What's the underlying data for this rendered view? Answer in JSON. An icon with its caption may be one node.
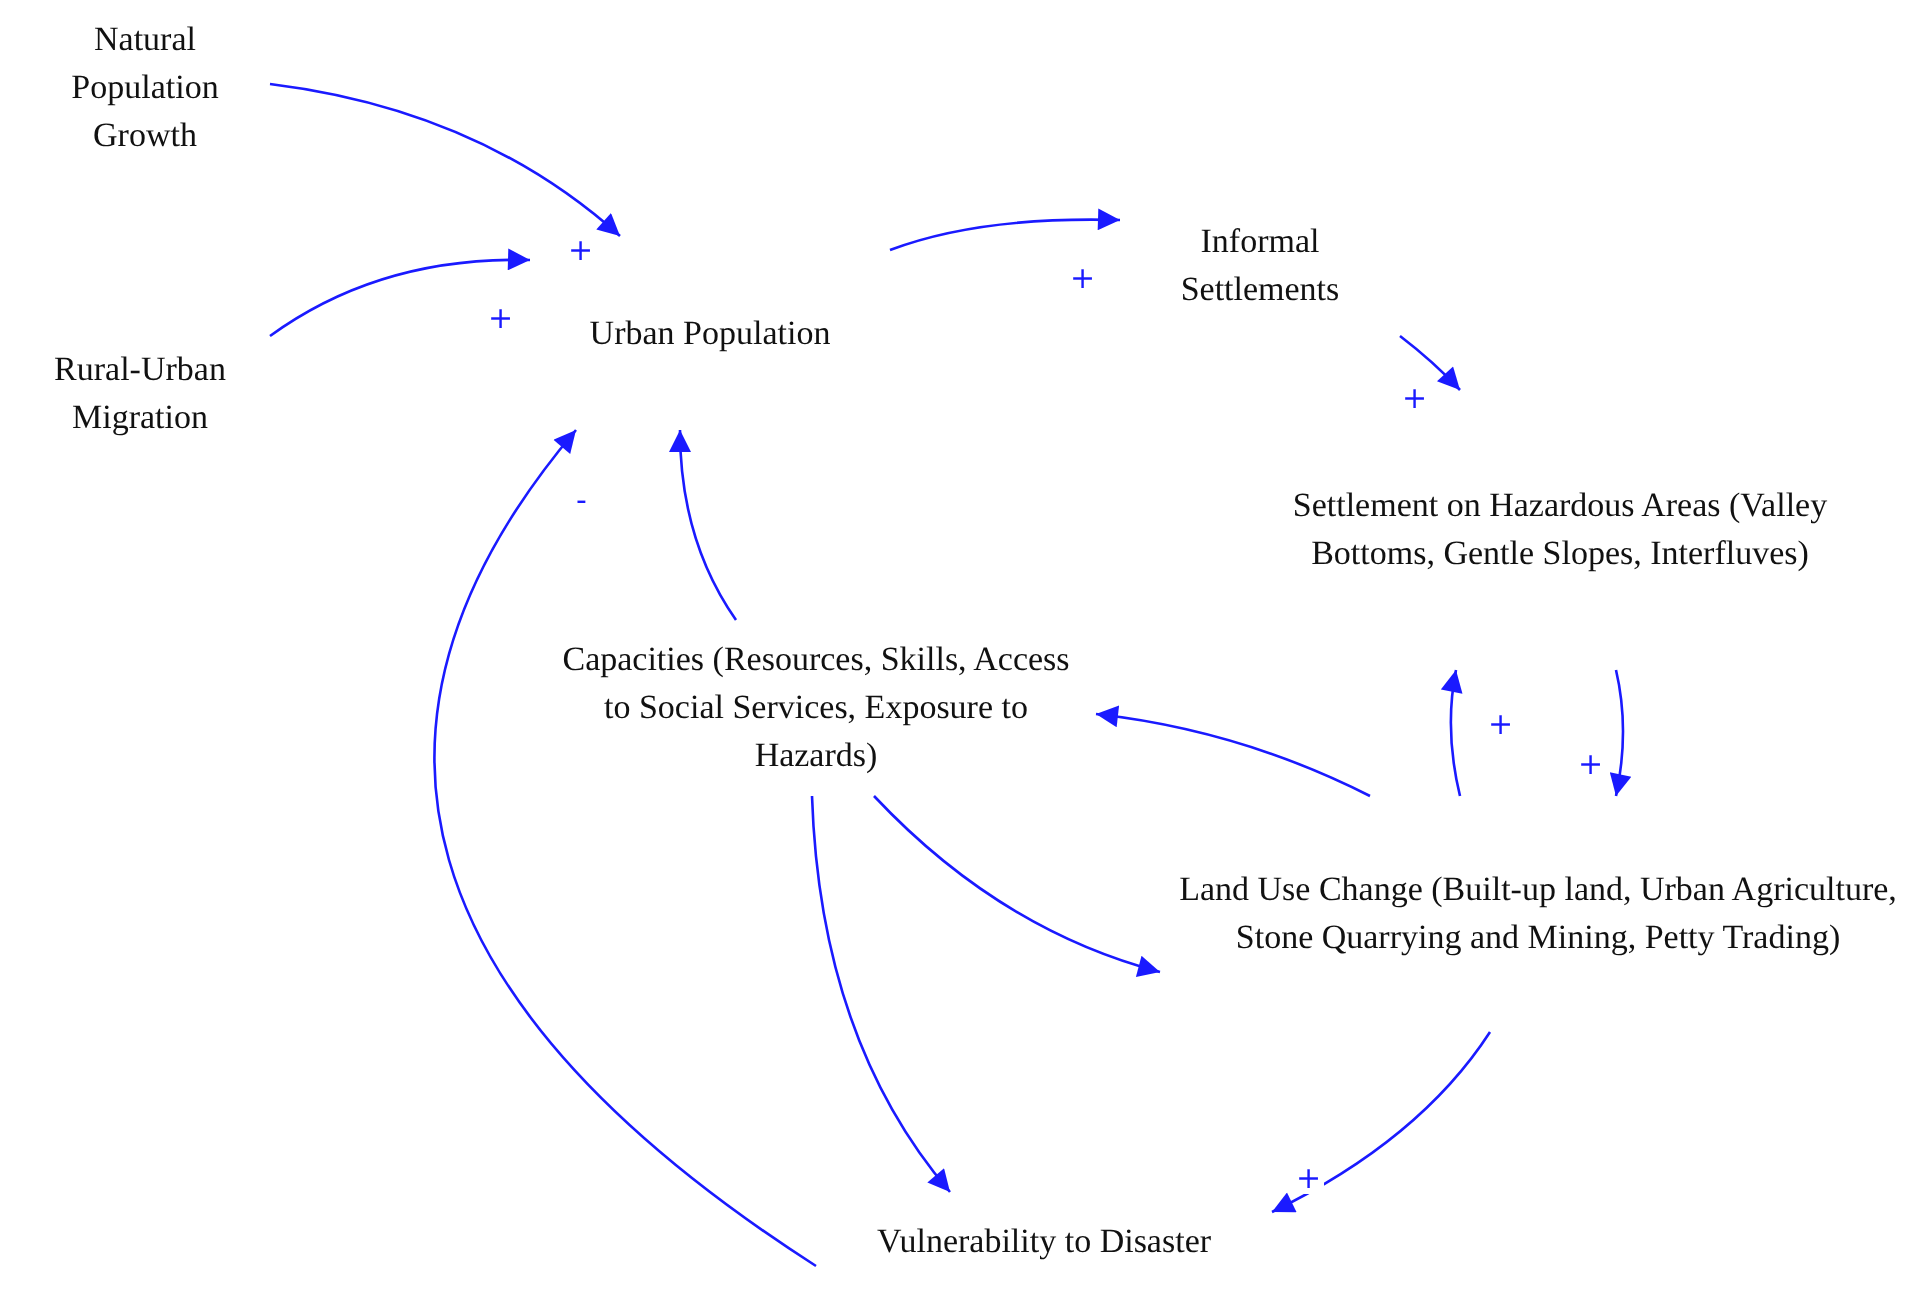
{
  "diagram": {
    "nodes": [
      {
        "text": [
          "Natural Population Growth"
        ]
      },
      {
        "text": [
          "Rural-Urban Migration"
        ]
      },
      {
        "text": [
          "Urban Population"
        ]
      },
      {
        "text": [
          "Informal Settlements"
        ]
      },
      {
        "text": [
          "Settlement on Hazardous Areas (Valley Bottoms, Gentle Slopes, Interfluves)"
        ]
      },
      {
        "text": [
          "Capacities (Resources, Skills, Access to Social Services, Exposure to Hazards)"
        ]
      },
      {
        "text": [
          "Land Use Change (Built-up land, Urban Agriculture, Stone Quarrying and Mining, Petty Trading)"
        ]
      },
      {
        "text": [
          "Vulnerability to Disaster"
        ]
      }
    ],
    "edges": [
      {
        "from": 0,
        "to": 2,
        "arrow": "to",
        "label": "+"
      },
      {
        "from": 1,
        "to": 2,
        "arrow": "to",
        "label": "+"
      },
      {
        "from": 2,
        "to": 3,
        "arrow": "to",
        "label": "+"
      },
      {
        "from": 3,
        "to": 4,
        "arrow": "to",
        "label": "+"
      },
      {
        "from": 4,
        "to": 6,
        "arrow": "to",
        "label": "+"
      },
      {
        "from": 6,
        "to": 4,
        "arrow": "to",
        "label": "+"
      },
      {
        "from": 6,
        "to": 5,
        "arrow": "to"
      },
      {
        "from": 5,
        "to": 2,
        "arrow": "to"
      },
      {
        "from": 5,
        "to": 6,
        "arrow": "to"
      },
      {
        "from": 5,
        "to": 7,
        "arrow": "to"
      },
      {
        "from": 6,
        "to": 7,
        "arrow": "to",
        "label": "+"
      },
      {
        "from": 7,
        "to": 2,
        "arrow": "to",
        "label": "-"
      }
    ]
  }
}
